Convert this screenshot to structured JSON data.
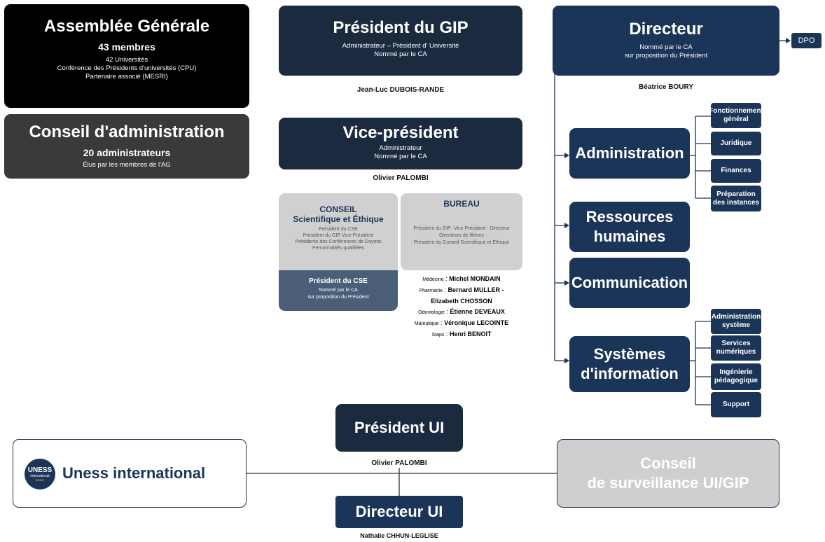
{
  "assemblee": {
    "title": "Assemblée Générale",
    "members": "43 membres",
    "line1": "42 Universités",
    "line2": "Conférence des Présidents d'universités (CPU)",
    "line3": "Partenaire associé (MESRI)"
  },
  "conseil_admin": {
    "title": "Conseil  d'administration",
    "count": "20 administrateurs",
    "note": "Élus par les membres de l'AG"
  },
  "president_gip": {
    "title": "Président du GIP",
    "line1": "Administrateur – Président d' Université",
    "line2": "Nommé par le CA",
    "person": "Jean-Luc DUBOIS-RANDE"
  },
  "vice_president": {
    "title": "Vice-président",
    "line1": "Administrateur",
    "line2": "Nommé par le CA",
    "person": "Olivier PALOMBI"
  },
  "cse": {
    "title1": "CONSEIL",
    "title2": "Scientifique et Éthique",
    "l1": "Président du CSE",
    "l2": "Président du GIP Vice-Président",
    "l3": "Présidents des Conférences de Doyens",
    "l4": "Personnalités qualifiées",
    "pres_title": "Président du CSE",
    "pres_l1": "Nommé par le CA",
    "pres_l2": "sur proposition du Président"
  },
  "bureau": {
    "title": "BUREAU",
    "l1": "Président du GIP- Vice Président - Directeur",
    "l2": "Directeurs de filières",
    "l3": "Président du Conseil Scientifique et Éthique"
  },
  "filieres": [
    {
      "label": "Médecine",
      "name": "Michel MONDAIN"
    },
    {
      "label": "Pharmacie",
      "name": "Bernard MULLER -"
    },
    {
      "label": "",
      "name": "Elizabeth CHOSSON"
    },
    {
      "label": "Odontologie",
      "name": "Étienne DEVEAUX"
    },
    {
      "label": "Maïeutique",
      "name": "Véronique LECOINTE"
    },
    {
      "label": "Staps",
      "name": "Henri BENOIT"
    }
  ],
  "directeur": {
    "title": "Directeur",
    "line1": "Nommé par le CA",
    "line2": "sur proposition du Président",
    "person": "Béatrice BOURY",
    "dpo": "DPO"
  },
  "services": {
    "administration": "Administration",
    "rh1": "Ressources",
    "rh2": "humaines",
    "communication": "Communication",
    "si1": "Systèmes",
    "si2": "d'information"
  },
  "admin_subs": [
    "Fonctionnement général",
    "Juridique",
    "Finances",
    "Préparation des instances"
  ],
  "si_subs": [
    "Administration système",
    "Services numériques",
    "Ingénierie pédagogique",
    "Support"
  ],
  "ui": {
    "president_title": "Président UI",
    "president_person": "Olivier PALOMBI",
    "directeur_title": "Directeur UI",
    "directeur_person": "Nathalie CHHUN-LEGLISE",
    "logo_text": "UNESS",
    "logo_sub": "international",
    "name": "Uness international",
    "conseil1": "Conseil",
    "conseil2": "de surveillance UI/GIP"
  },
  "colors": {
    "navy": "#1b3558",
    "dark": "#1c2a40",
    "grey_box": "#d0d0d0"
  }
}
